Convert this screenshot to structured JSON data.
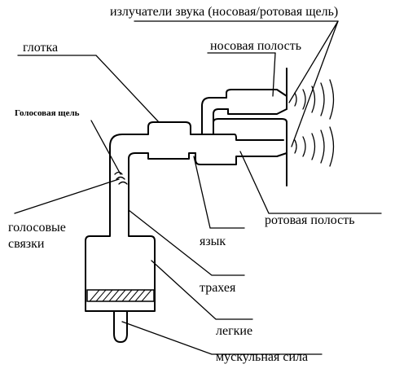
{
  "labels": {
    "sound_sources": "излучатели звука (носовая/ротовая щель)",
    "nasal_cavity": "носовая полость",
    "pharynx": "глотка",
    "glottis": "Голосовая щель",
    "vocal_folds_line1": "голосовые",
    "vocal_folds_line2": "связки",
    "oral_cavity": "ротовая полость",
    "tongue": "язык",
    "trachea": "трахея",
    "lungs": "легкие",
    "muscle_force": "мускульная сила"
  }
}
